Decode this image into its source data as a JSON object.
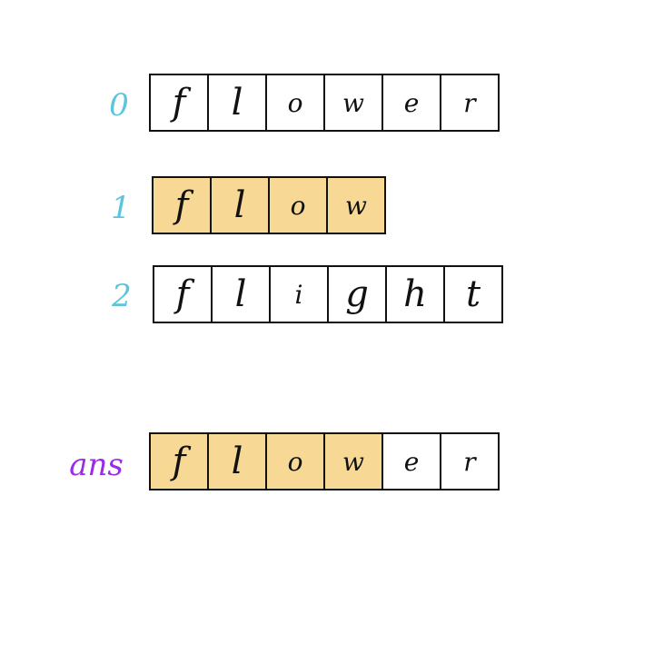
{
  "colors": {
    "highlight": "#f7d995",
    "index_label": "#5bc5db",
    "ans_label": "#9a2be6",
    "stroke": "#111111"
  },
  "rows": [
    {
      "label": "0",
      "label_color": "#5bc5db",
      "cells": [
        {
          "char": "f",
          "highlighted": false
        },
        {
          "char": "l",
          "highlighted": false
        },
        {
          "char": "o",
          "highlighted": false
        },
        {
          "char": "w",
          "highlighted": false
        },
        {
          "char": "e",
          "highlighted": false
        },
        {
          "char": "r",
          "highlighted": false
        }
      ]
    },
    {
      "label": "1",
      "label_color": "#5bc5db",
      "cells": [
        {
          "char": "f",
          "highlighted": true
        },
        {
          "char": "l",
          "highlighted": true
        },
        {
          "char": "o",
          "highlighted": true
        },
        {
          "char": "w",
          "highlighted": true
        }
      ]
    },
    {
      "label": "2",
      "label_color": "#5bc5db",
      "cells": [
        {
          "char": "f",
          "highlighted": false
        },
        {
          "char": "l",
          "highlighted": false
        },
        {
          "char": "i",
          "highlighted": false
        },
        {
          "char": "g",
          "highlighted": false
        },
        {
          "char": "h",
          "highlighted": false
        },
        {
          "char": "t",
          "highlighted": false
        }
      ]
    },
    {
      "label": "ans",
      "label_color": "#9a2be6",
      "cells": [
        {
          "char": "f",
          "highlighted": true
        },
        {
          "char": "l",
          "highlighted": true
        },
        {
          "char": "o",
          "highlighted": true
        },
        {
          "char": "w",
          "highlighted": true
        },
        {
          "char": "e",
          "highlighted": false
        },
        {
          "char": "r",
          "highlighted": false
        }
      ]
    }
  ]
}
